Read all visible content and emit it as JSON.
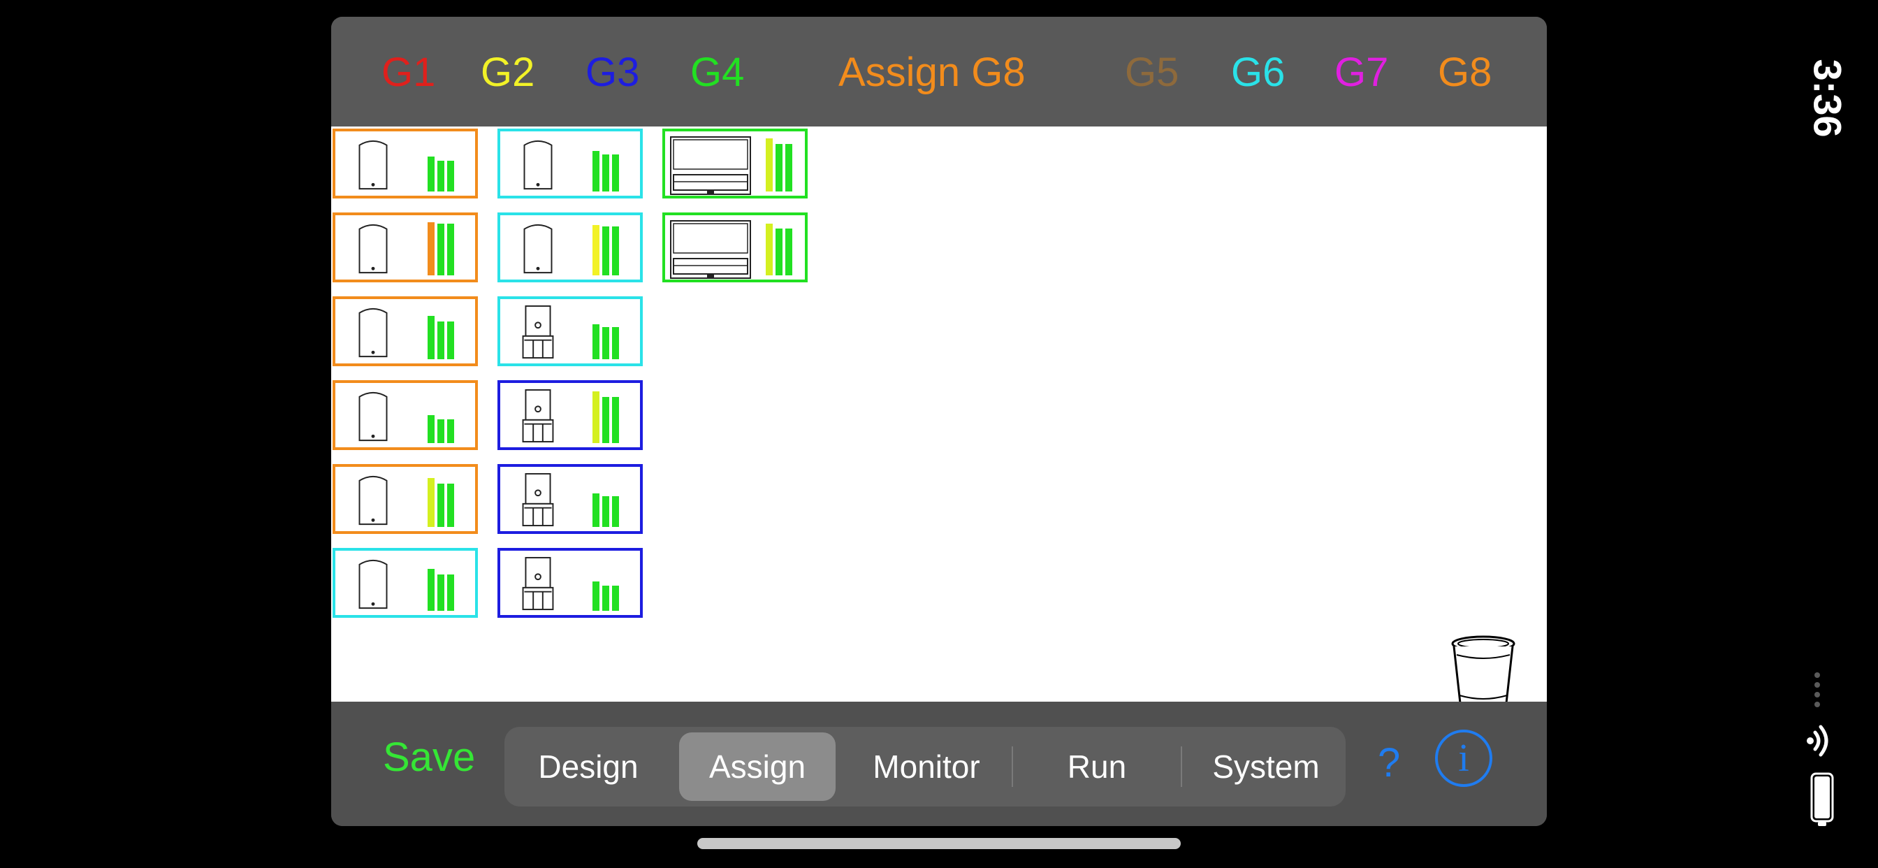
{
  "status": {
    "time": "3:36"
  },
  "groups": {
    "g1": {
      "label": "G1",
      "color": "#e0201c"
    },
    "g2": {
      "label": "G2",
      "color": "#f2f227"
    },
    "g3": {
      "label": "G3",
      "color": "#1d1de0"
    },
    "g4": {
      "label": "G4",
      "color": "#22e022"
    },
    "assign": {
      "label": "Assign G8",
      "color": "#f28c1c"
    },
    "g5": {
      "label": "G5",
      "color": "#8e6a3c"
    },
    "g6": {
      "label": "G6",
      "color": "#2ae2e8"
    },
    "g7": {
      "label": "G7",
      "color": "#e020e0"
    },
    "g8": {
      "label": "G8",
      "color": "#f28c1c"
    }
  },
  "toolbar": {
    "save": "Save",
    "tabs": {
      "design": "Design",
      "assign": "Assign",
      "monitor": "Monitor",
      "run": "Run",
      "system": "System"
    },
    "active_tab": "Assign",
    "help": "?",
    "info": "i"
  },
  "devices": [
    {
      "group": "G8",
      "model": "column",
      "levels": [
        0.62,
        0.55,
        0.55
      ],
      "level_colors": [
        "#22e022",
        "#22e022",
        "#22e022"
      ]
    },
    {
      "group": "G8",
      "model": "column",
      "levels": [
        0.95,
        0.92,
        0.92
      ],
      "level_colors": [
        "#f28c1c",
        "#22e022",
        "#22e022"
      ]
    },
    {
      "group": "G8",
      "model": "column",
      "levels": [
        0.78,
        0.68,
        0.68
      ],
      "level_colors": [
        "#22e022",
        "#22e022",
        "#22e022"
      ]
    },
    {
      "group": "G8",
      "model": "column",
      "levels": [
        0.5,
        0.42,
        0.42
      ],
      "level_colors": [
        "#22e022",
        "#22e022",
        "#22e022"
      ]
    },
    {
      "group": "G8",
      "model": "column",
      "levels": [
        0.88,
        0.78,
        0.78
      ],
      "level_colors": [
        "#d4f020",
        "#22e022",
        "#22e022"
      ]
    },
    {
      "group": "G6",
      "model": "column",
      "levels": [
        0.75,
        0.65,
        0.65
      ],
      "level_colors": [
        "#22e022",
        "#22e022",
        "#22e022"
      ]
    },
    {
      "group": "G6",
      "model": "column",
      "levels": [
        0.72,
        0.66,
        0.66
      ],
      "level_colors": [
        "#22e022",
        "#22e022",
        "#22e022"
      ]
    },
    {
      "group": "G6",
      "model": "column",
      "levels": [
        0.9,
        0.88,
        0.88
      ],
      "level_colors": [
        "#f2f227",
        "#22e022",
        "#22e022"
      ]
    },
    {
      "group": "G6",
      "model": "sub",
      "levels": [
        0.62,
        0.58,
        0.58
      ],
      "level_colors": [
        "#22e022",
        "#22e022",
        "#22e022"
      ]
    },
    {
      "group": "G3",
      "model": "sub",
      "levels": [
        0.92,
        0.82,
        0.82
      ],
      "level_colors": [
        "#d4f020",
        "#22e022",
        "#22e022"
      ]
    },
    {
      "group": "G3",
      "model": "sub",
      "levels": [
        0.6,
        0.55,
        0.55
      ],
      "level_colors": [
        "#22e022",
        "#22e022",
        "#22e022"
      ]
    },
    {
      "group": "G3",
      "model": "sub",
      "levels": [
        0.52,
        0.45,
        0.45
      ],
      "level_colors": [
        "#22e022",
        "#22e022",
        "#22e022"
      ]
    },
    {
      "group": "G4",
      "model": "array",
      "levels": [
        0.95,
        0.85,
        0.85
      ],
      "level_colors": [
        "#d4f020",
        "#22e022",
        "#22e022"
      ]
    },
    {
      "group": "G4",
      "model": "array",
      "levels": [
        0.92,
        0.84,
        0.84
      ],
      "level_colors": [
        "#d4f020",
        "#22e022",
        "#22e022"
      ]
    }
  ]
}
